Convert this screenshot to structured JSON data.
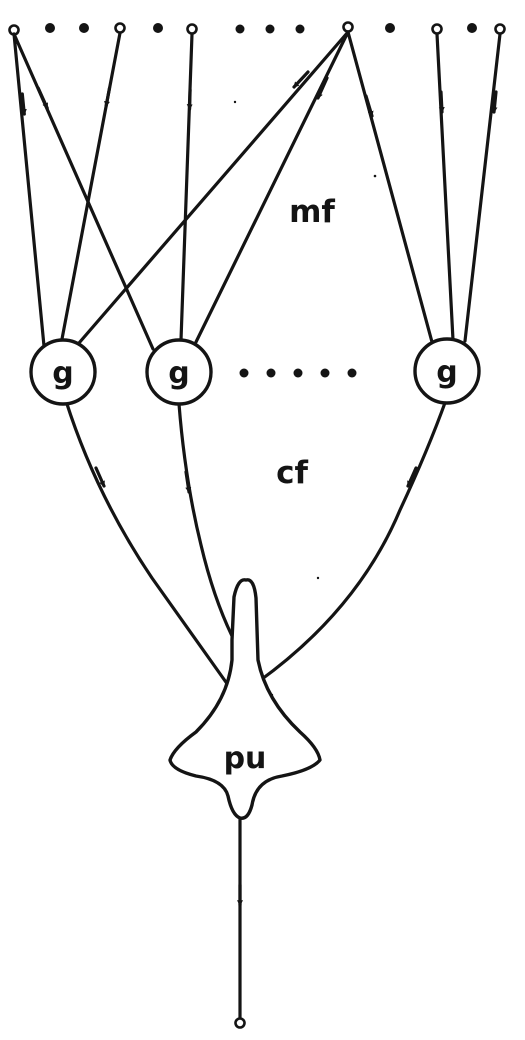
{
  "diagram": {
    "nodes": {
      "granule_label": "g",
      "purkinje_label": "pu"
    },
    "labels": {
      "mossy_fibers": "mf",
      "climbing_fibers": "cf"
    },
    "ink_color": "#141414",
    "background_color": "#ffffff"
  }
}
